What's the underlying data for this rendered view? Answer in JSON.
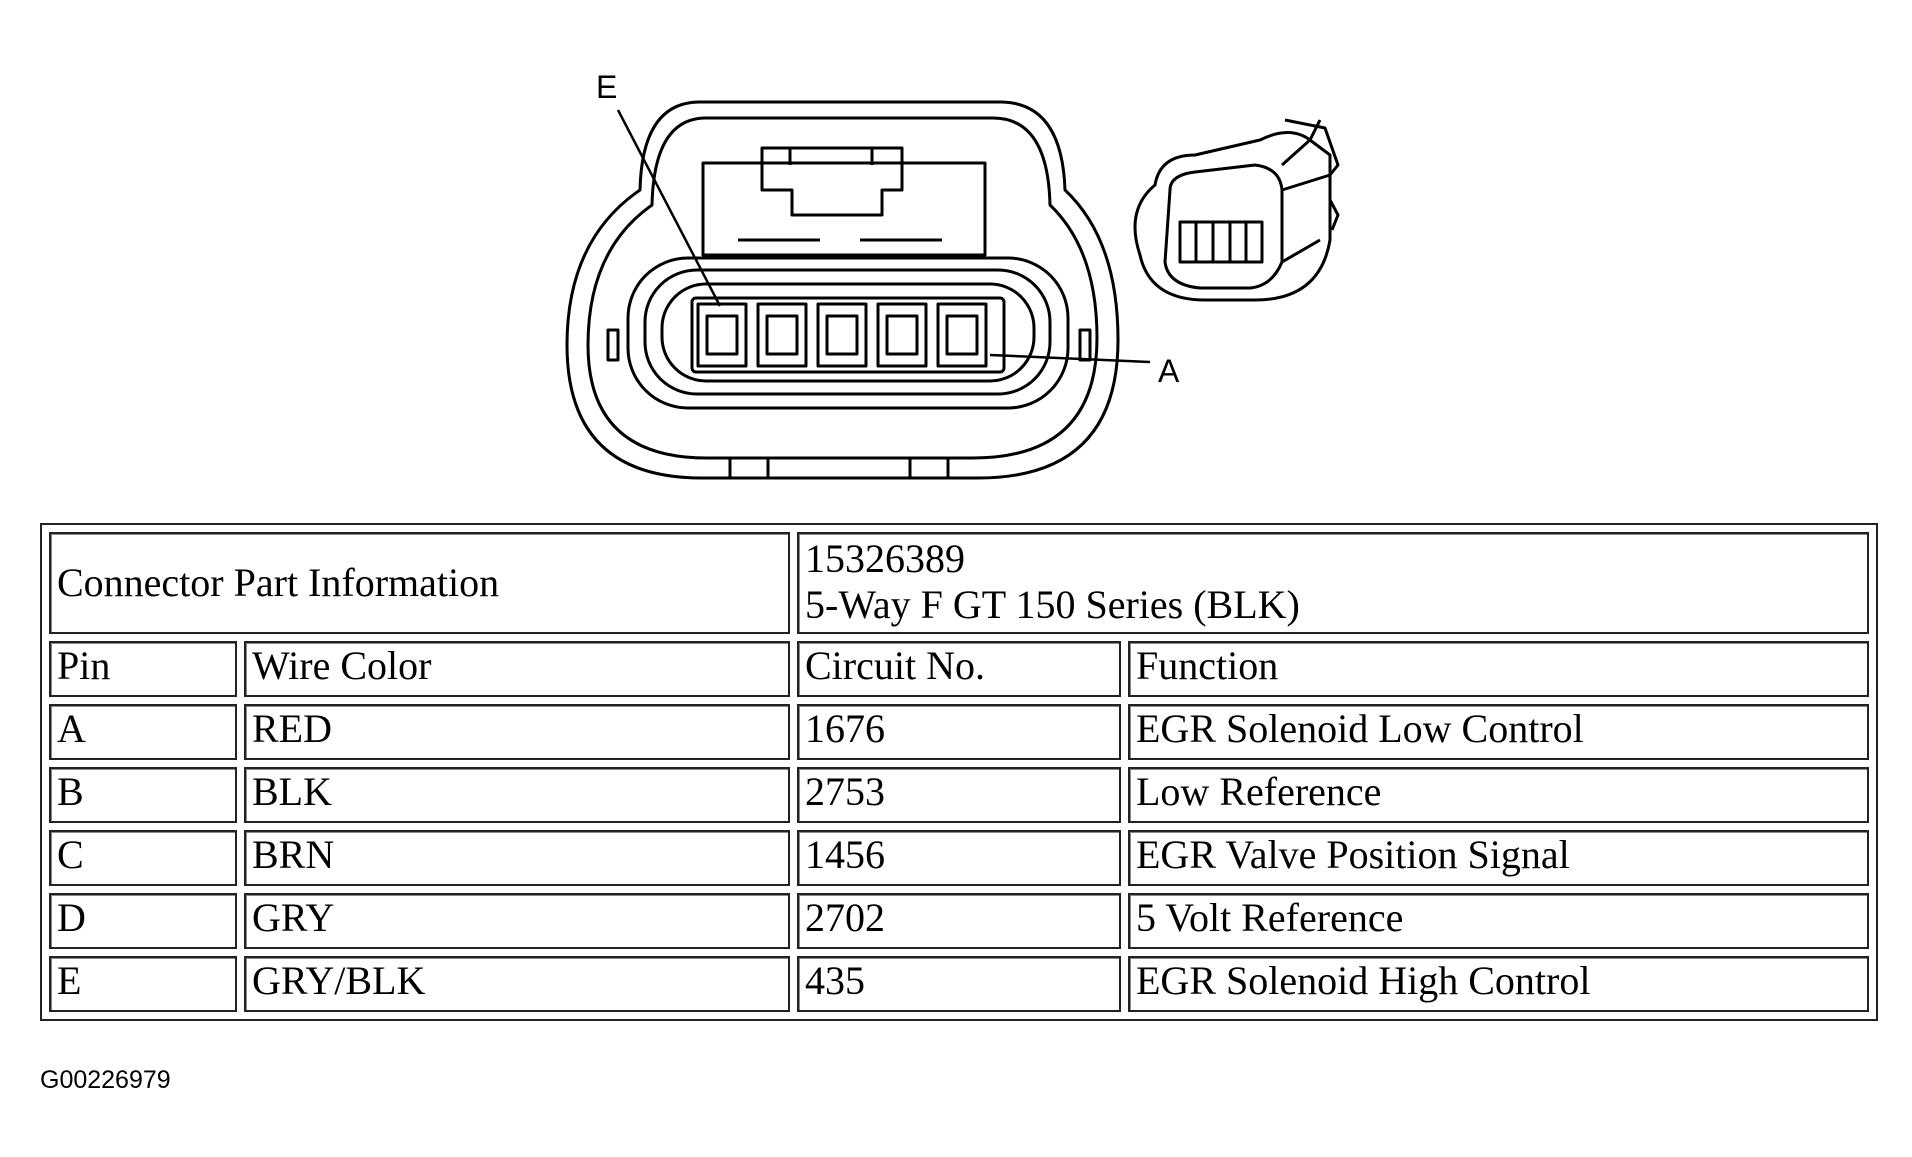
{
  "diagram": {
    "callout_e": "E",
    "callout_a": "A"
  },
  "table": {
    "info_label": "Connector Part Information",
    "part_number": "15326389",
    "part_description": "5-Way F GT 150 Series (BLK)",
    "headers": [
      "Pin",
      "Wire Color",
      "Circuit No.",
      "Function"
    ],
    "rows": [
      [
        "A",
        "RED",
        "1676",
        "EGR Solenoid Low Control"
      ],
      [
        "B",
        "BLK",
        "2753",
        "Low Reference"
      ],
      [
        "C",
        "BRN",
        "1456",
        "EGR Valve Position Signal"
      ],
      [
        "D",
        "GRY",
        "2702",
        "5 Volt Reference"
      ],
      [
        "E",
        "GRY/BLK",
        "435",
        "EGR Solenoid High Control"
      ]
    ]
  },
  "figure_code": "G00226979"
}
